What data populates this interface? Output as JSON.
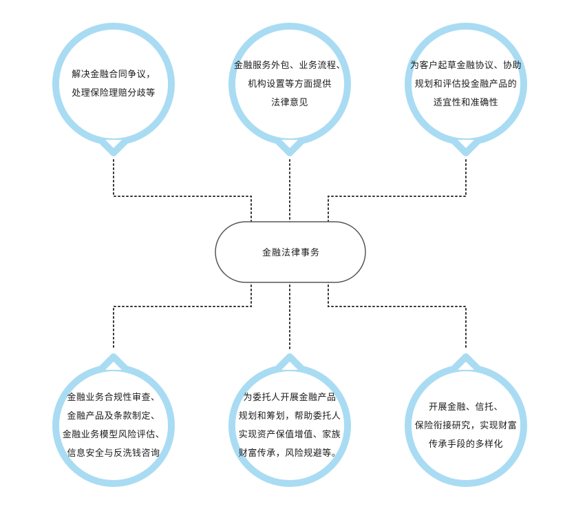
{
  "center": {
    "label": "金融法律事务"
  },
  "nodes": [
    {
      "lines": [
        "解决金融合同争议，",
        "处理保险理赔分歧等"
      ]
    },
    {
      "lines": [
        "金融服务外包、业务流程、",
        "机构设置等方面提供",
        "法律意见"
      ]
    },
    {
      "lines": [
        "为客户起草金融协议、协助",
        "规划和评估投金融产品的",
        "适宜性和准确性"
      ]
    },
    {
      "lines": [
        "金融业务合规性审查、",
        "金融产品及条款制定、",
        "金融业务模型风险评估、",
        "信息安全与反洗钱咨询"
      ]
    },
    {
      "lines": [
        "为委托人开展金融产品",
        "规划和筹划，帮助委托人",
        "实现资产保值增值、家族",
        "财富传承，风险规避等。"
      ]
    },
    {
      "lines": [
        "开展金融、信托、",
        "保险衔接研究，实现财富",
        "传承手段的多样化"
      ]
    }
  ],
  "colors": {
    "bubble_ring": "#a9dcf3",
    "connector": "#333333",
    "center_border": "#555555"
  }
}
